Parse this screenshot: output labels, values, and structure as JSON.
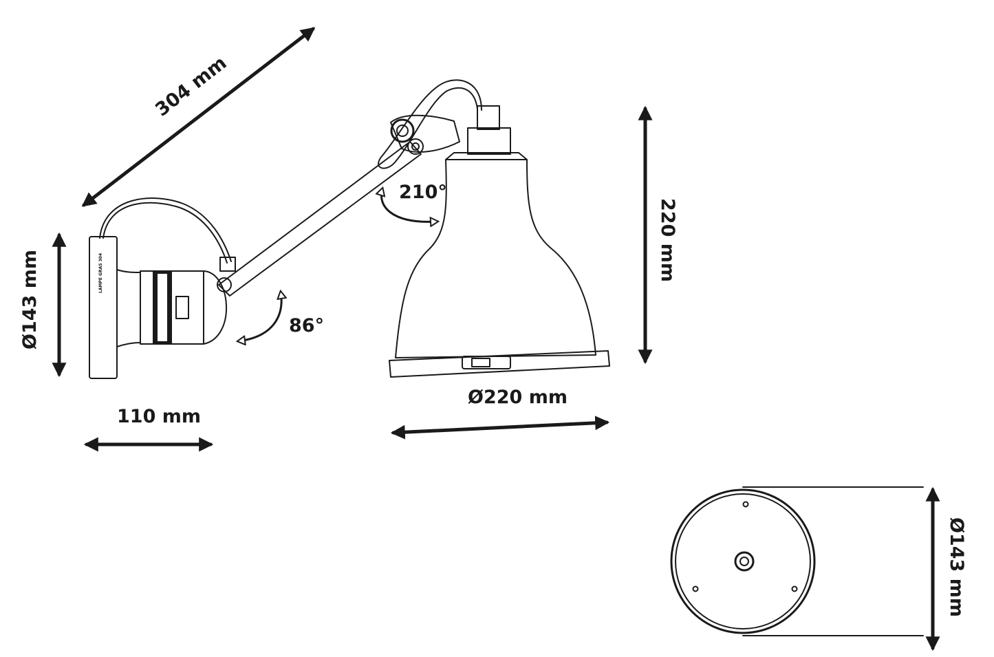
{
  "dimensions": {
    "arm_length": "304 mm",
    "total_height": "220 mm",
    "base_height": "Ø143 mm",
    "base_depth": "110 mm",
    "shade_diameter": "Ø220 mm",
    "plate_diameter": "Ø143 mm"
  },
  "angles": {
    "shade_rotation": "210°",
    "arm_rotation": "86°"
  },
  "plate_label": "LAMPE GRAS 304"
}
